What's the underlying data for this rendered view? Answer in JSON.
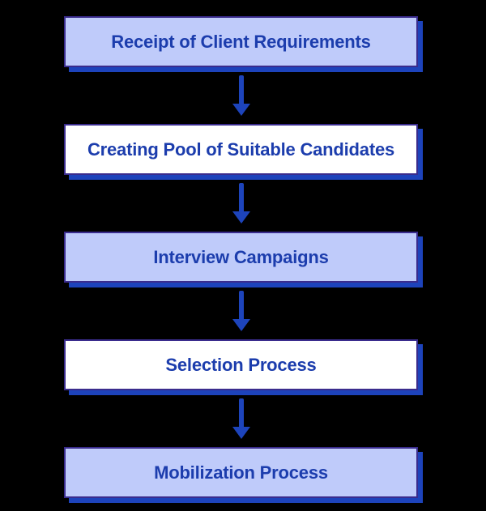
{
  "flowchart": {
    "steps": [
      {
        "label": "Receipt of Client Requirements",
        "fill": "light-blue"
      },
      {
        "label": "Creating Pool of Suitable Candidates",
        "fill": "white"
      },
      {
        "label": "Interview Campaigns",
        "fill": "light-blue"
      },
      {
        "label": "Selection Process",
        "fill": "white"
      },
      {
        "label": "Mobilization Process",
        "fill": "light-blue"
      }
    ],
    "connector_icon": "down-arrow-icon"
  },
  "theme": {
    "background": "#000000",
    "box_fill_light": "#bfcbfa",
    "box_fill_white": "#ffffff",
    "box_border": "#3a2c8d",
    "shadow": "#1d43bb",
    "arrow": "#1d44bb",
    "text": "#1c3dad"
  }
}
